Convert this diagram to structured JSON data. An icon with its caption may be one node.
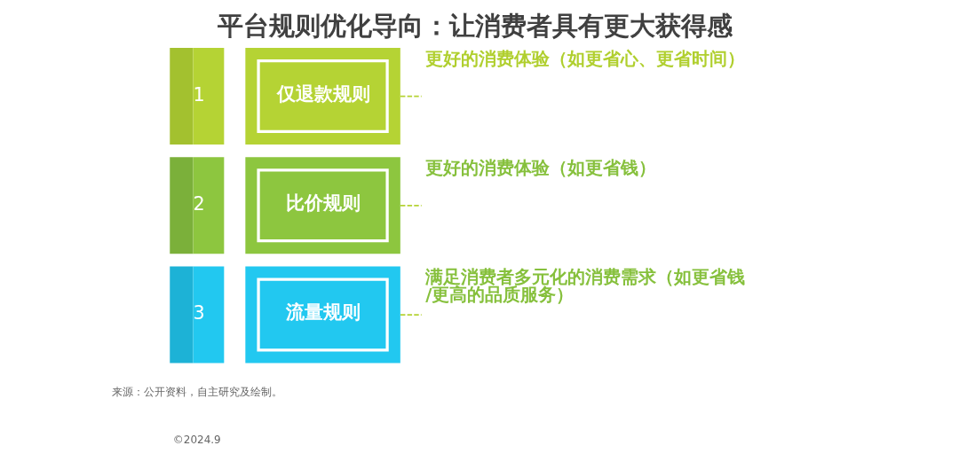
{
  "diagram": {
    "title": "平台规则优化导向：让消费者具有更大获得感",
    "nodes": [
      {
        "text": [
          "1"
        ]
      },
      {
        "text": [
          "仅退款规则"
        ]
      },
      {
        "text": [
          "更好的消费体验（如更省心、更省时间）"
        ]
      },
      {
        "text": [
          "2"
        ]
      },
      {
        "text": [
          "比价规则"
        ]
      },
      {
        "text": [
          "更好的消费体验（如更省钱）"
        ]
      },
      {
        "text": [
          "3"
        ]
      },
      {
        "text": [
          "流量规则"
        ]
      },
      {
        "text": [
          "满足消费者多元化的消费需求（如更省钱/更高的品质服务）"
        ]
      }
    ],
    "edges": [
      {
        "from": 1,
        "to": 2,
        "arrow": "none",
        "style": "dashed"
      },
      {
        "from": 4,
        "to": 5,
        "arrow": "none",
        "style": "dashed"
      },
      {
        "from": 7,
        "to": 8,
        "arrow": "none",
        "style": "dashed"
      }
    ],
    "labels": [
      "来源：公开资料，自主研究及绘制。",
      "©2024.9"
    ]
  }
}
